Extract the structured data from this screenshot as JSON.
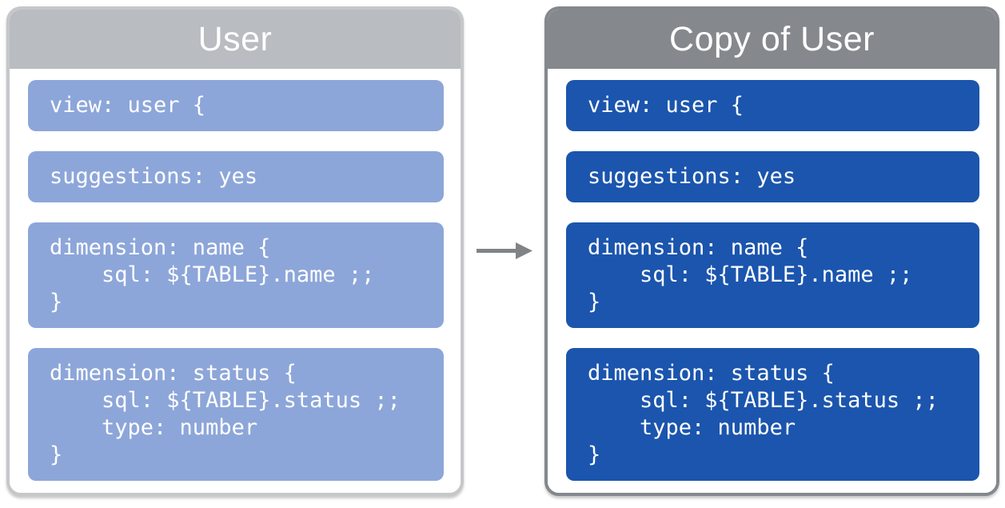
{
  "colors": {
    "left-header": "#b9bcc0",
    "left-border": "#c5c7c9",
    "right-header": "#85898d",
    "right-border": "#84888c",
    "left-block": "#8da6d9",
    "right-block": "#1b55ad",
    "arrow": "#808487",
    "code-text": "#ffffff",
    "title-text": "#ffffff"
  },
  "left_panel": {
    "title": "User",
    "blocks": [
      {
        "code": "view: user {"
      },
      {
        "code": "suggestions: yes"
      },
      {
        "code": "dimension: name {\n    sql: ${TABLE}.name ;;\n}"
      },
      {
        "code": "dimension: status {\n    sql: ${TABLE}.status ;;\n    type: number\n}"
      }
    ]
  },
  "right_panel": {
    "title": "Copy of User",
    "blocks": [
      {
        "code": "view: user {"
      },
      {
        "code": "suggestions: yes"
      },
      {
        "code": "dimension: name {\n    sql: ${TABLE}.name ;;\n}"
      },
      {
        "code": "dimension: status {\n    sql: ${TABLE}.status ;;\n    type: number\n}"
      }
    ]
  }
}
